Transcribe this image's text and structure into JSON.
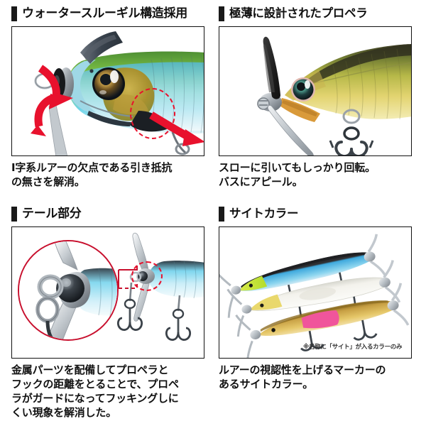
{
  "page": {
    "background": "#ffffff",
    "accent_red": "#e8112d",
    "text_color": "#111111",
    "bar_color": "#1a1a1a"
  },
  "panels": [
    {
      "id": "water-through-gill",
      "heading": "ウォータースルーギル構造採用",
      "caption": "I字系ルアーの欠点である引き抵抗\nの無さを解消。",
      "image": {
        "name": "lure-head-closeup",
        "description": "head of minnow lure with blue-green back, gold gill, red flow arrows and red dashed circle",
        "colors": {
          "back": "#7ec94a",
          "body_cyan": "#6fd4e8",
          "body_pale": "#dff2f7",
          "gill_gold": "#b99b3a",
          "belly": "#f2f7f9",
          "metal": "#8a9099",
          "lip_dark": "#3c4550",
          "arrow": "#e8112d"
        }
      }
    },
    {
      "id": "ultra-thin-propeller",
      "heading": "極薄に設計されたプロペラ",
      "caption": "スローに引いてもしっかり回転。\nバスにアピール。",
      "image": {
        "name": "lure-with-propeller",
        "description": "gold-olive minnow lure with thin two-blade propeller and treble hook",
        "colors": {
          "back_dark": "#4f4a2e",
          "back_olive": "#8f9a3e",
          "body_gold": "#d8c24e",
          "body_yellow": "#efe07a",
          "mouth": "#d79a3c",
          "blade_dark": "#2b2b2b",
          "blade_light": "#c7ccd1",
          "hook": "#4a5158"
        }
      }
    },
    {
      "id": "tail-section",
      "heading": "テール部分",
      "caption": "金属パーツを配備してプロペラと\nフックの距離をとることで、プロペ\nラがガードになってフッキングしに\nくい現象を解消した。",
      "image": {
        "name": "tail-split-ring-magnified",
        "description": "magnified circular inset of tail split-ring and propeller hub, connected by red callout lines to dashed circle on lure tail",
        "colors": {
          "circle_outline": "#c8102e",
          "metal_dark": "#2a2d31",
          "metal_mid": "#8d949b",
          "metal_light": "#d7dbdf",
          "body_cyan": "#8fdcf0",
          "hook": "#3d444b"
        }
      }
    },
    {
      "id": "sight-color",
      "heading": "サイトカラー",
      "caption": "ルアーの視認性を上げるマーカーの\nあるサイトカラー。",
      "note": "※名称に「サイト」が入るカラーのみ",
      "image": {
        "name": "three-sight-color-lures",
        "description": "three minnow lures: blue with chartreuse marker, clear white with yellow head, gold with pink marker",
        "lures": [
          {
            "name": "blue-chartreuse",
            "body": "#3fa9dd",
            "marker": "#c3e53a",
            "back": "#2a2a2a"
          },
          {
            "name": "clear-white",
            "body": "#f0efe9",
            "marker": "#e8d86a",
            "back": "#dcdcd4"
          },
          {
            "name": "gold-pink",
            "body": "#caa04a",
            "marker": "#f0559b",
            "back": "#a8832f"
          }
        ]
      }
    }
  ]
}
